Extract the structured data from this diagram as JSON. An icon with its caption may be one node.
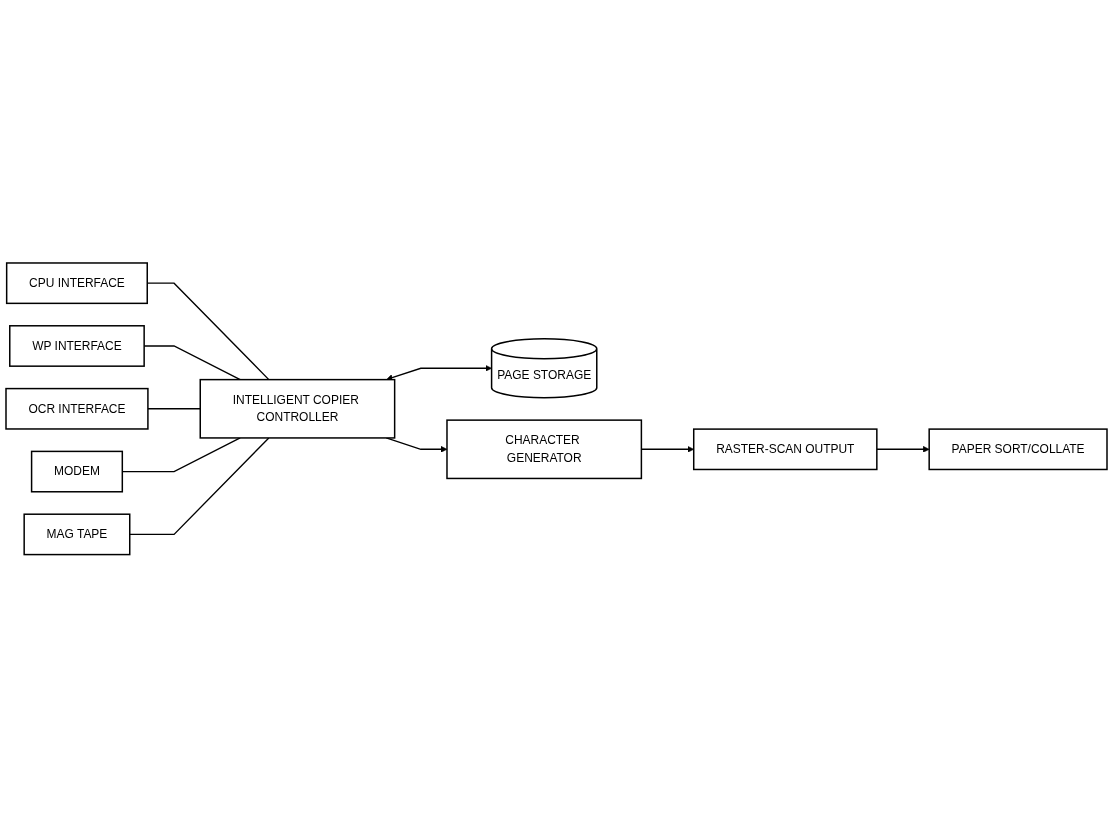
{
  "diagram": {
    "nodes": [
      {
        "text": [
          "CPU INTERFACE"
        ]
      },
      {
        "text": [
          "WP INTERFACE"
        ]
      },
      {
        "text": [
          "OCR INTERFACE"
        ]
      },
      {
        "text": [
          "MODEM"
        ]
      },
      {
        "text": [
          "MAG TAPE"
        ]
      },
      {
        "text": [
          "INTELLIGENT COPIER CONTROLLER"
        ]
      },
      {
        "text": [
          "PAGE STORAGE"
        ]
      },
      {
        "text": [
          "CHARACTER GENERATOR"
        ]
      },
      {
        "text": [
          "RASTER-SCAN OUTPUT"
        ]
      },
      {
        "text": [
          "PAPER SORT/COLLATE"
        ]
      }
    ],
    "edges": [
      {
        "from": 0,
        "to": 5,
        "arrow": "none"
      },
      {
        "from": 1,
        "to": 5,
        "arrow": "none"
      },
      {
        "from": 2,
        "to": 5,
        "arrow": "none"
      },
      {
        "from": 3,
        "to": 5,
        "arrow": "none"
      },
      {
        "from": 4,
        "to": 5,
        "arrow": "none"
      },
      {
        "from": 5,
        "to": 6,
        "arrow": "both"
      },
      {
        "from": 5,
        "to": 7,
        "arrow": "to"
      },
      {
        "from": 7,
        "to": 8,
        "arrow": "to"
      },
      {
        "from": 8,
        "to": 9,
        "arrow": "to"
      }
    ]
  }
}
